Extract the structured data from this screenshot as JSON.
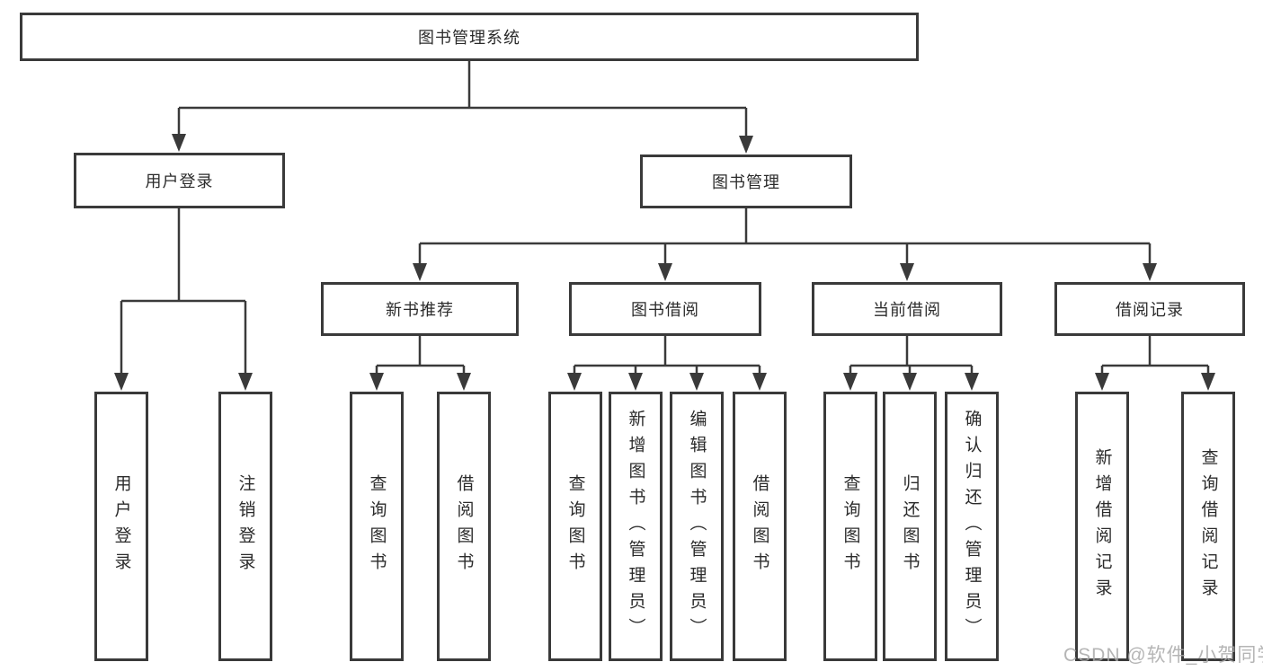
{
  "tree": {
    "label": "图书管理系统",
    "children": [
      {
        "label": "用户登录",
        "children": [
          {
            "label": "用户登录"
          },
          {
            "label": "注销登录"
          }
        ]
      },
      {
        "label": "图书管理",
        "children": [
          {
            "label": "新书推荐",
            "children": [
              {
                "label": "查询图书"
              },
              {
                "label": "借阅图书"
              }
            ]
          },
          {
            "label": "图书借阅",
            "children": [
              {
                "label": "查询图书"
              },
              {
                "label": "新增图书（管理员）"
              },
              {
                "label": "编辑图书（管理员）"
              },
              {
                "label": "借阅图书"
              }
            ]
          },
          {
            "label": "当前借阅",
            "children": [
              {
                "label": "查询图书"
              },
              {
                "label": "归还图书"
              },
              {
                "label": "确认归还（管理员）"
              }
            ]
          },
          {
            "label": "借阅记录",
            "children": [
              {
                "label": "新增借阅记录"
              },
              {
                "label": "查询借阅记录"
              }
            ]
          }
        ]
      }
    ]
  },
  "watermark": {
    "text": "CSDN @软件_小贺同学"
  },
  "colors": {
    "line": "#3a3a3a",
    "text": "#2b2b2b",
    "box_background": "#ffffff",
    "watermark": "#a8a8a8",
    "background": "#ffffff"
  }
}
